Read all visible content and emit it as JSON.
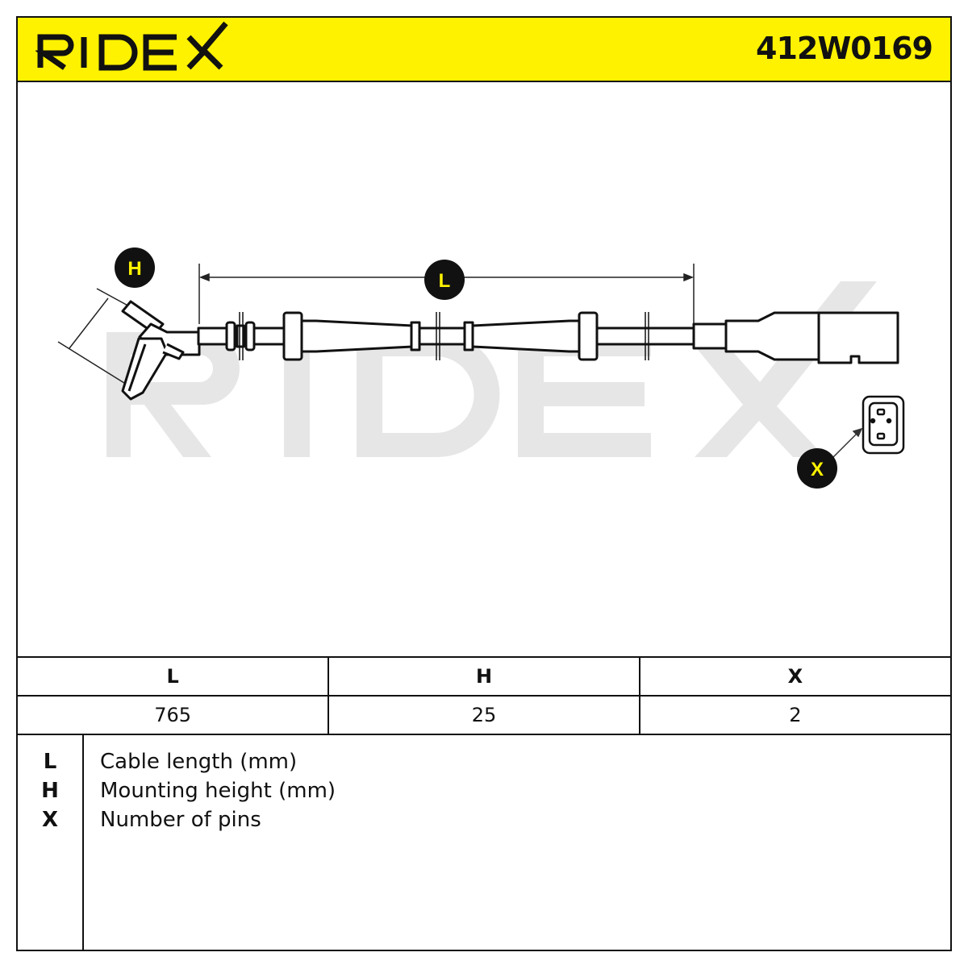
{
  "header": {
    "brand": "RIDEX",
    "part_number": "412W0169",
    "background_color": "#fff200"
  },
  "drawing": {
    "callouts": [
      {
        "label": "H",
        "meaning_key": "H"
      },
      {
        "label": "L",
        "meaning_key": "L"
      },
      {
        "label": "X",
        "meaning_key": "X"
      }
    ],
    "watermark": "RIDEX",
    "callout_color": "#111111",
    "callout_text_color": "#fff200"
  },
  "spec_table": {
    "columns": [
      "L",
      "H",
      "X"
    ],
    "values": [
      "765",
      "25",
      "2"
    ]
  },
  "legend": [
    {
      "key": "L",
      "text": "Cable length (mm)"
    },
    {
      "key": "H",
      "text": "Mounting height (mm)"
    },
    {
      "key": "X",
      "text": "Number of pins"
    }
  ]
}
